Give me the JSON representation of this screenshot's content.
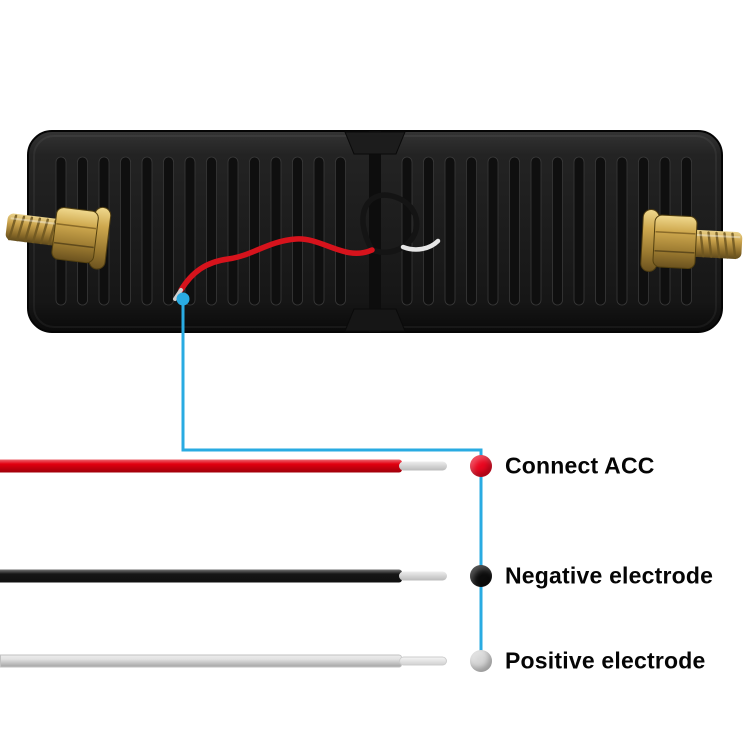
{
  "connector": {
    "color": "#29abe2"
  },
  "wires": [
    {
      "label": "Connect ACC",
      "color": "#e2000f",
      "tip_color": "#d9d9d9",
      "dot_color": "#ea0720"
    },
    {
      "label": "Negative electrode",
      "color": "#161616",
      "tip_color": "#d9d9d9",
      "dot_color": "#0d0d0d"
    },
    {
      "label": "Positive electrode",
      "color": "#e3e3e3",
      "tip_color": "#f0f0f0",
      "dot_color": "#d6d6d6"
    }
  ]
}
